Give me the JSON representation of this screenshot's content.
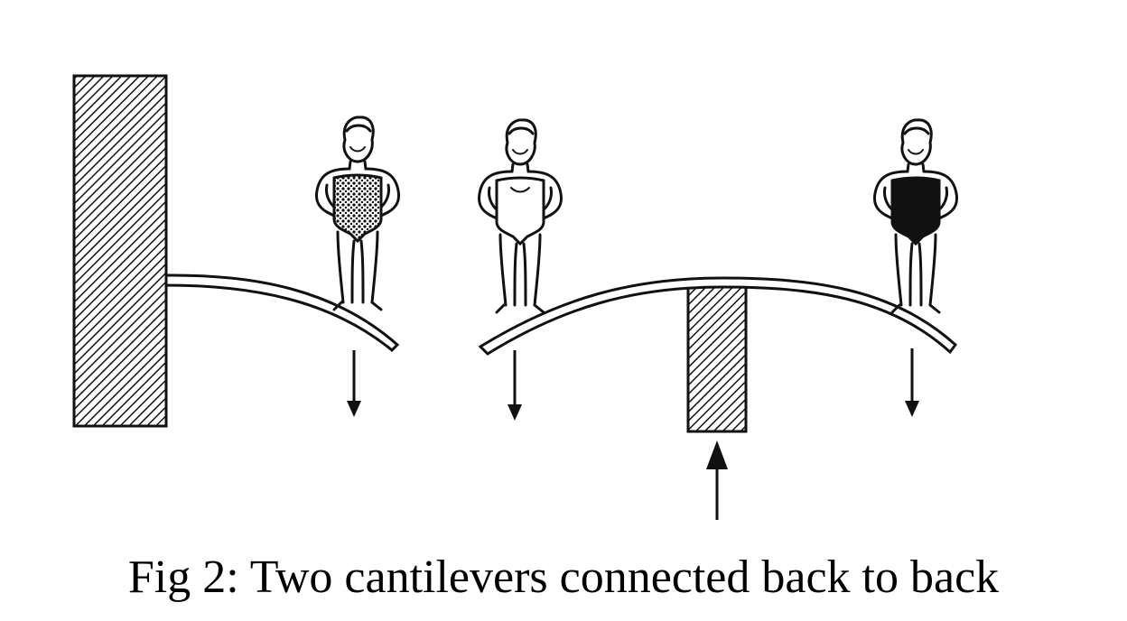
{
  "caption": "Fig 2: Two cantilevers connected back to back",
  "colors": {
    "ink": "#111111",
    "background": "#ffffff"
  },
  "figures": [
    {
      "name": "person-left",
      "suit": "patterned"
    },
    {
      "name": "person-middle",
      "suit": "plain"
    },
    {
      "name": "person-right",
      "suit": "black"
    }
  ],
  "forces": [
    {
      "name": "load-arrow-left",
      "direction": "down"
    },
    {
      "name": "load-arrow-middle",
      "direction": "down"
    },
    {
      "name": "load-arrow-right",
      "direction": "down"
    },
    {
      "name": "reaction-arrow-support",
      "direction": "up"
    }
  ]
}
